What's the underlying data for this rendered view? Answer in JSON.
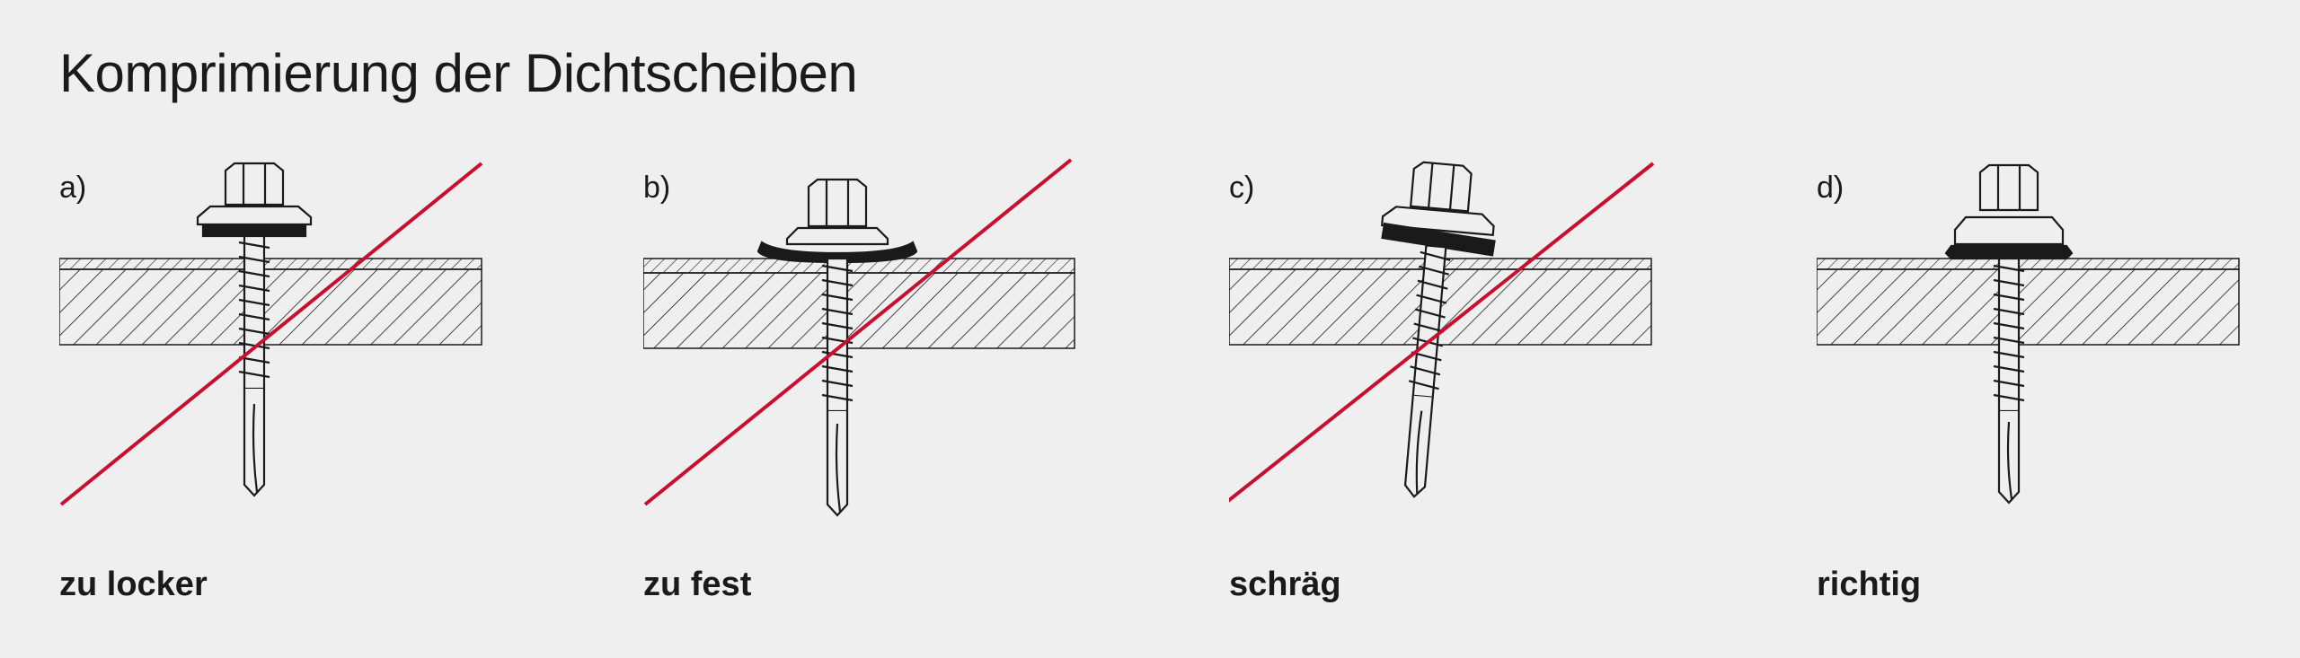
{
  "title": "Komprimierung der Dichtscheiben",
  "colors": {
    "background": "#efefef",
    "ink": "#1a1a1a",
    "strike": "#c8102e"
  },
  "panels": [
    {
      "letter": "a)",
      "caption": "zu locker",
      "crossed_out": true
    },
    {
      "letter": "b)",
      "caption": "zu fest",
      "crossed_out": true
    },
    {
      "letter": "c)",
      "caption": "schräg",
      "crossed_out": true
    },
    {
      "letter": "d)",
      "caption": "richtig",
      "crossed_out": false
    }
  ]
}
